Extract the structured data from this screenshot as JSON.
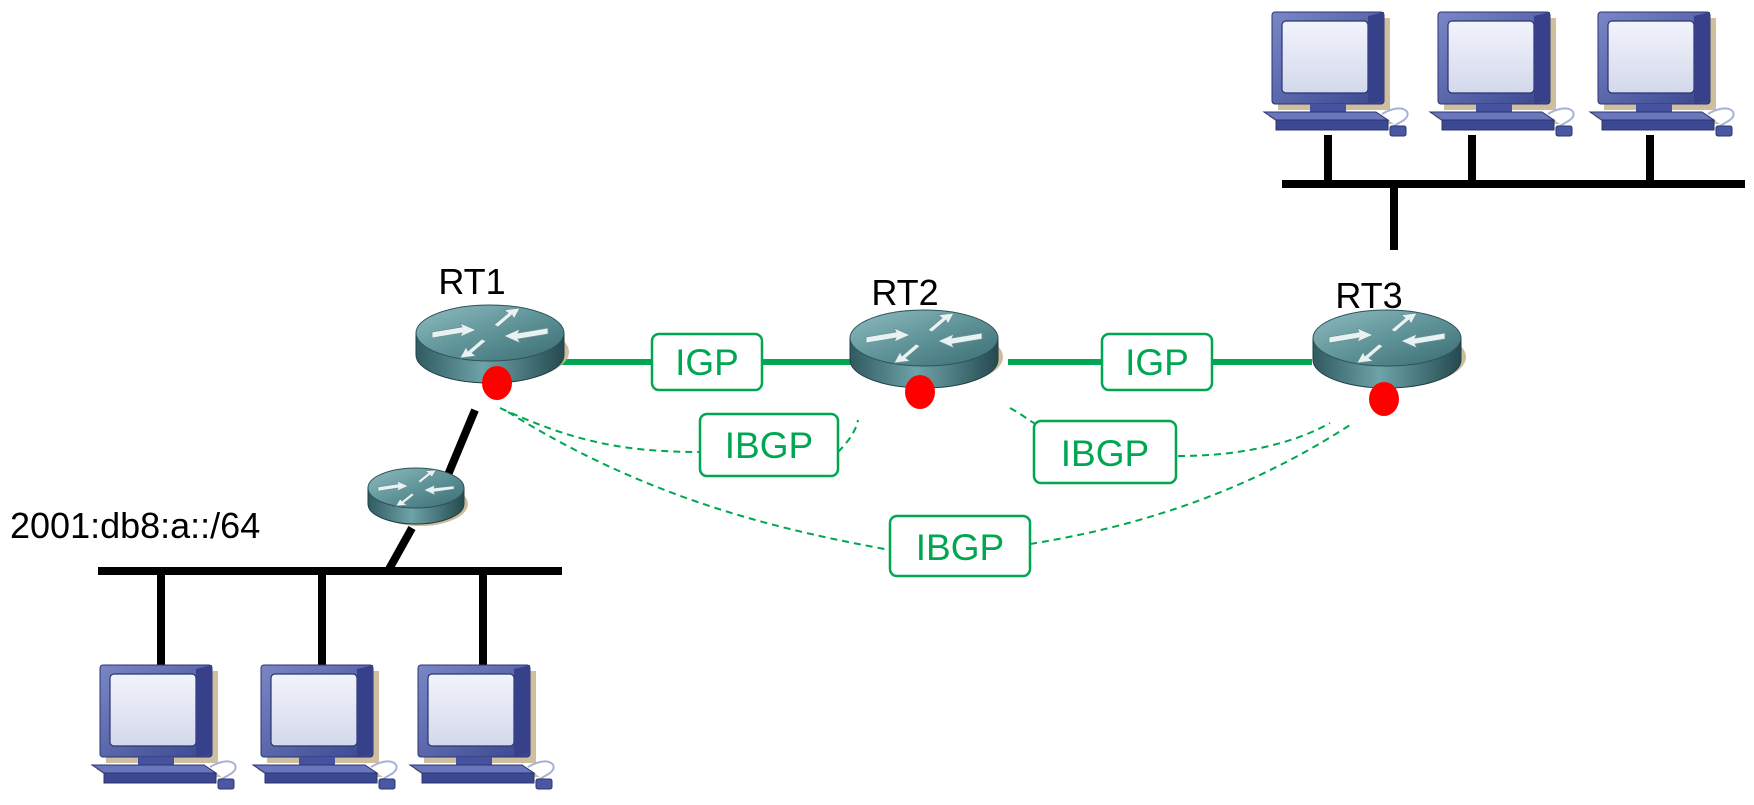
{
  "routers": {
    "rt1": {
      "label": "RT1"
    },
    "rt2": {
      "label": "RT2"
    },
    "rt3": {
      "label": "RT3"
    }
  },
  "network": {
    "prefix_label": "2001:db8:a::/64"
  },
  "links": {
    "igp_1_2": {
      "label": "IGP"
    },
    "igp_2_3": {
      "label": "IGP"
    },
    "ibgp_1_2": {
      "label": "IBGP"
    },
    "ibgp_2_3": {
      "label": "IBGP"
    },
    "ibgp_1_3": {
      "label": "IBGP"
    }
  },
  "colors": {
    "protocol": "#00a651",
    "bgp_speaker_dot": "#ff0000",
    "router_body": "#3f7f85",
    "workstation": "#4f5ea6"
  },
  "icons": {
    "router": "router-icon",
    "workstation": "workstation-icon",
    "bgp_speaker": "bgp-speaker-dot"
  }
}
